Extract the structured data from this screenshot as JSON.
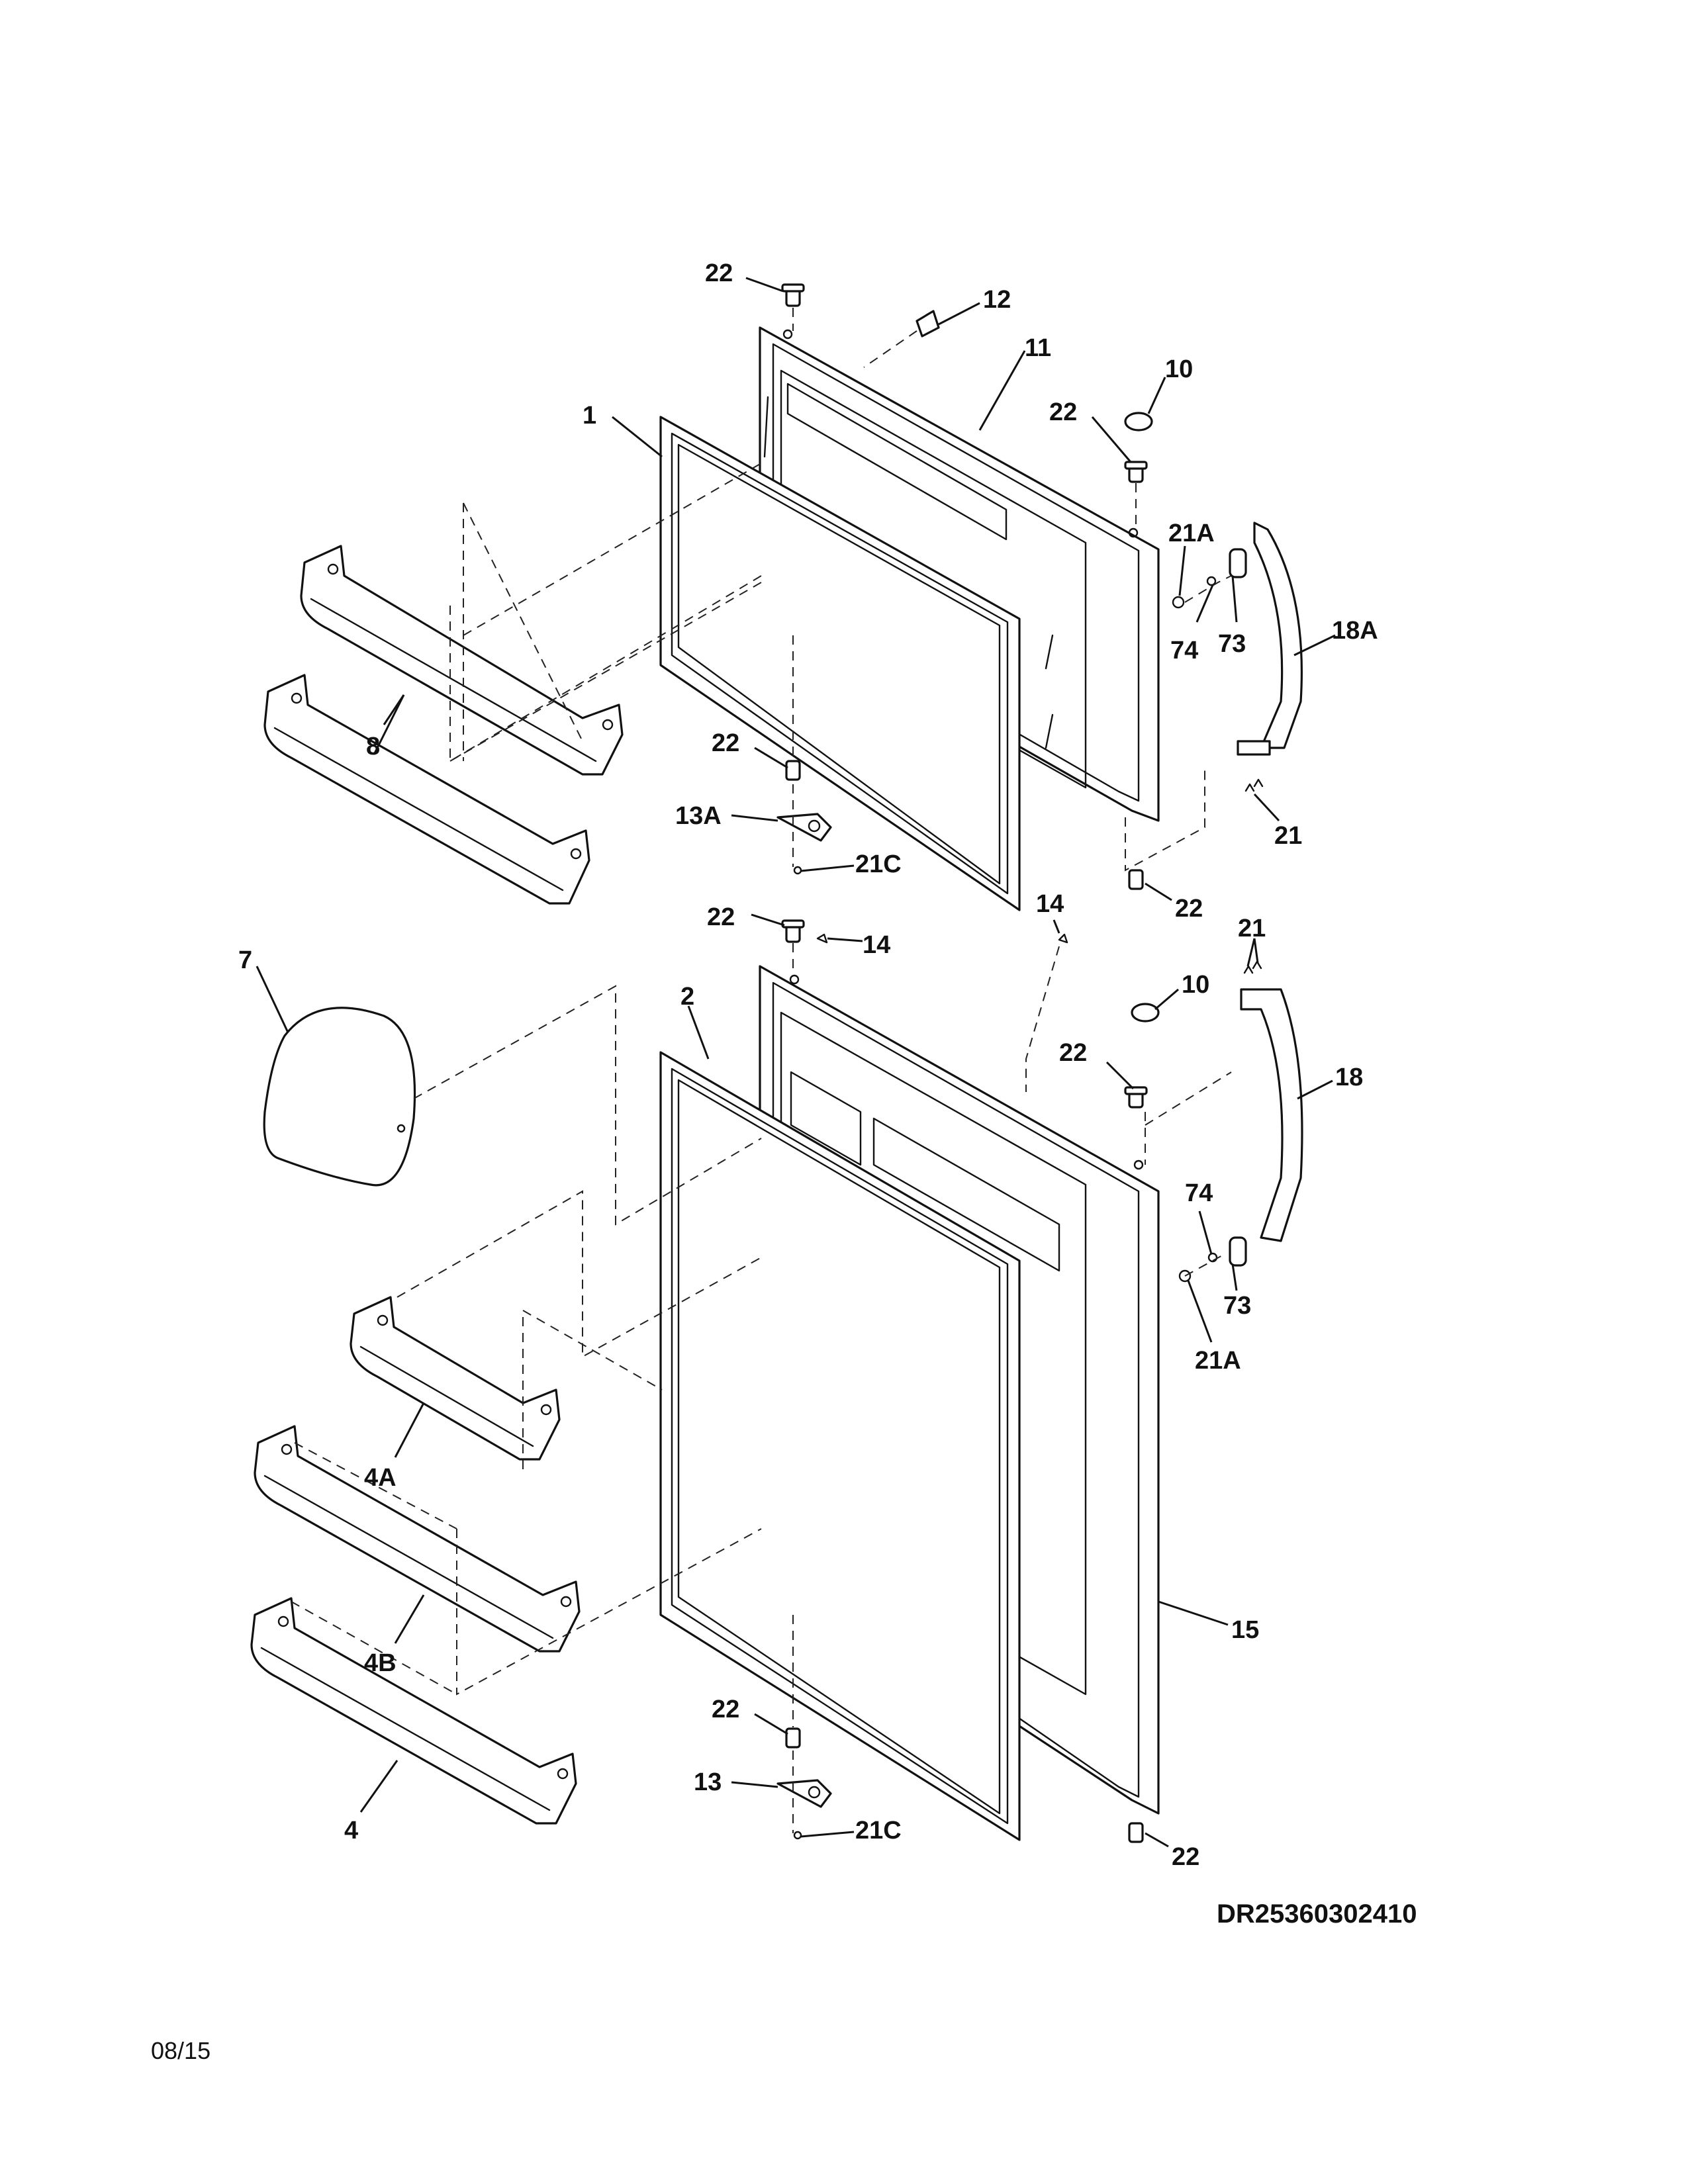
{
  "drawing": {
    "code": "DR25360302410",
    "date": "08/15"
  },
  "callouts": {
    "c22_top": "22",
    "c12": "12",
    "c11": "11",
    "c10_top": "10",
    "c22_hinge_top": "22",
    "c1": "1",
    "c21A_top": "21A",
    "c74_top": "74",
    "c73_top": "73",
    "c18A": "18A",
    "c8": "8",
    "c22_mid_left": "22",
    "c13A": "13A",
    "c21C_top": "21C",
    "c21_top": "21",
    "c22_mid_right": "22",
    "c14_left": "14",
    "c14_right": "14",
    "c22_lower_top": "22",
    "c21_lower": "21",
    "c7": "7",
    "c2": "2",
    "c10_lower": "10",
    "c22_lower_hinge": "22",
    "c18": "18",
    "c74_lower": "74",
    "c73_lower": "73",
    "c21A_lower": "21A",
    "c4A": "4A",
    "c4B": "4B",
    "c15": "15",
    "c22_bottom_left": "22",
    "c13": "13",
    "c21C_bottom": "21C",
    "c4": "4",
    "c22_bottom_right": "22"
  }
}
